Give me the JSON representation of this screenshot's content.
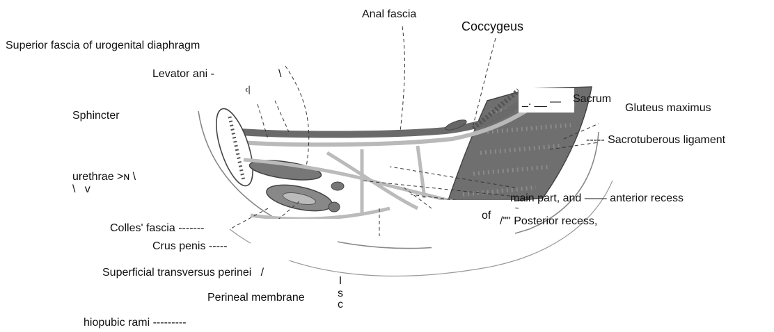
{
  "labels": {
    "anal_fascia": "Anal fascia",
    "coccygeus": "Coccygeus",
    "superior_fascia": "Superior fascia of urogenital diaphragm",
    "levator_ani": "Levator ani -",
    "levator_mark": "\\",
    "levator_glyph": "‹|",
    "sphincter": "Sphincter",
    "urethrae": "urethrae >ɴ \\",
    "urethrae_line2": "\\   v",
    "sacrum_prefix": "_. __ —",
    "sacrum": "Sacrum",
    "gluteus": "Gluteus maximus",
    "sacrotuberous": "----- Sacrotuberous ligament",
    "main_part": "main part, and —— anterior recess",
    "of": "of",
    "posterior_recess": "/\"\" Posterior recess,",
    "colles": "Colles' fascia -------",
    "crus_penis": "Crus penis -----",
    "superficial_transversus": "Superficial transversus perinei   /",
    "perineal_membrane": "Perineal membrane",
    "isc_letters": [
      "I",
      "s",
      "c"
    ],
    "ischiopubic": "hiopubic rami ---------"
  }
}
